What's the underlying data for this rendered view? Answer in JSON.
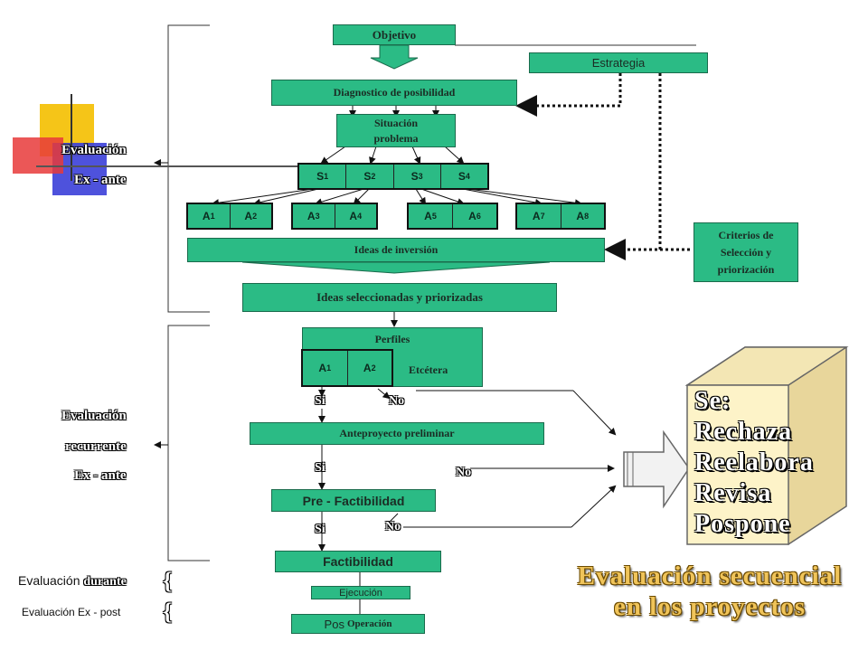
{
  "nodes": {
    "objetivo": "Objetivo",
    "estrategia": "Estrategia",
    "diagnostico": "Diagnostico de posibilidad",
    "situacion": "Situación problema",
    "ideas_inversion": "Ideas de inversión",
    "ideas_seleccionadas": "Ideas seleccionadas y priorizadas",
    "criterios": "Criterios de Selección y priorización",
    "perfiles": "Perfiles",
    "etcetera": "Etcétera",
    "anteproyecto": "Anteproyecto preliminar",
    "prefactibilidad": "Pre - Factibilidad",
    "factibilidad": "Factibilidad",
    "ejecucion": "Ejecución",
    "pos_operacion_a": "Pos",
    "pos_operacion_b": "Operación"
  },
  "s_row": [
    "S1",
    "S2",
    "S3",
    "S4"
  ],
  "a_groups": [
    [
      "A1",
      "A2"
    ],
    [
      "A3",
      "A4"
    ],
    [
      "A5",
      "A6"
    ],
    [
      "A7",
      "A8"
    ]
  ],
  "perfil_cells": [
    "A1",
    "A2"
  ],
  "decisions": {
    "si": "Si",
    "no": "No"
  },
  "left_labels": {
    "exante_1": "Evaluación",
    "exante_2": "Ex - ante",
    "rec_1": "Evaluación",
    "rec_2": "recurrente",
    "rec_3": "Ex - ante",
    "durante_a": "Evaluación",
    "durante_b": "durante",
    "expost": "Evaluación Ex - post",
    "brace": "{"
  },
  "outcome_box": {
    "heading": "Se:",
    "items": [
      "Rechaza",
      "Reelabora",
      "Revisa",
      "Pospone"
    ]
  },
  "title_lines": [
    "Evaluación secuencial",
    "en los proyectos"
  ],
  "colors": {
    "box_green": "#2bbb85",
    "cube_face": "#fdf3c8",
    "cube_side": "#e8d69b",
    "title_gold": "#f0c45a"
  }
}
